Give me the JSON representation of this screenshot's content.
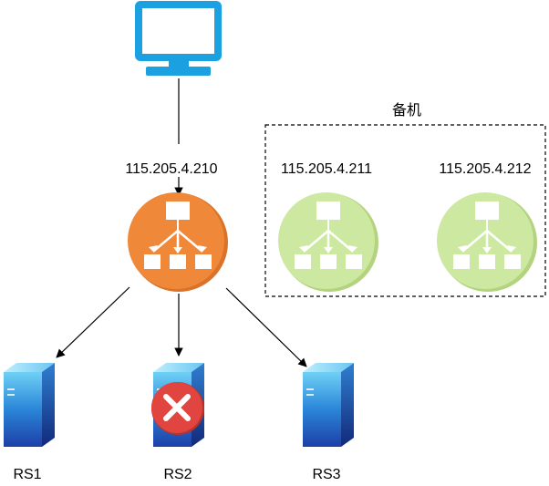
{
  "diagram": {
    "client": {
      "icon": "monitor-icon",
      "color": "#1ba1e2"
    },
    "primary_lb": {
      "ip": "115.205.4.210",
      "icon": "load-balancer-icon",
      "color": "#f0883a"
    },
    "backup_group": {
      "label": "备机",
      "nodes": [
        {
          "ip": "115.205.4.211",
          "icon": "load-balancer-icon",
          "color": "#cde8a0"
        },
        {
          "ip": "115.205.4.212",
          "icon": "load-balancer-icon",
          "color": "#cde8a0"
        }
      ]
    },
    "servers": [
      {
        "label": "RS1",
        "icon": "server-icon",
        "status": "ok"
      },
      {
        "label": "RS2",
        "icon": "server-icon",
        "status": "failed",
        "badge_icon": "error-x-icon",
        "badge_color": "#e0453f"
      },
      {
        "label": "RS3",
        "icon": "server-icon",
        "status": "ok"
      }
    ]
  }
}
